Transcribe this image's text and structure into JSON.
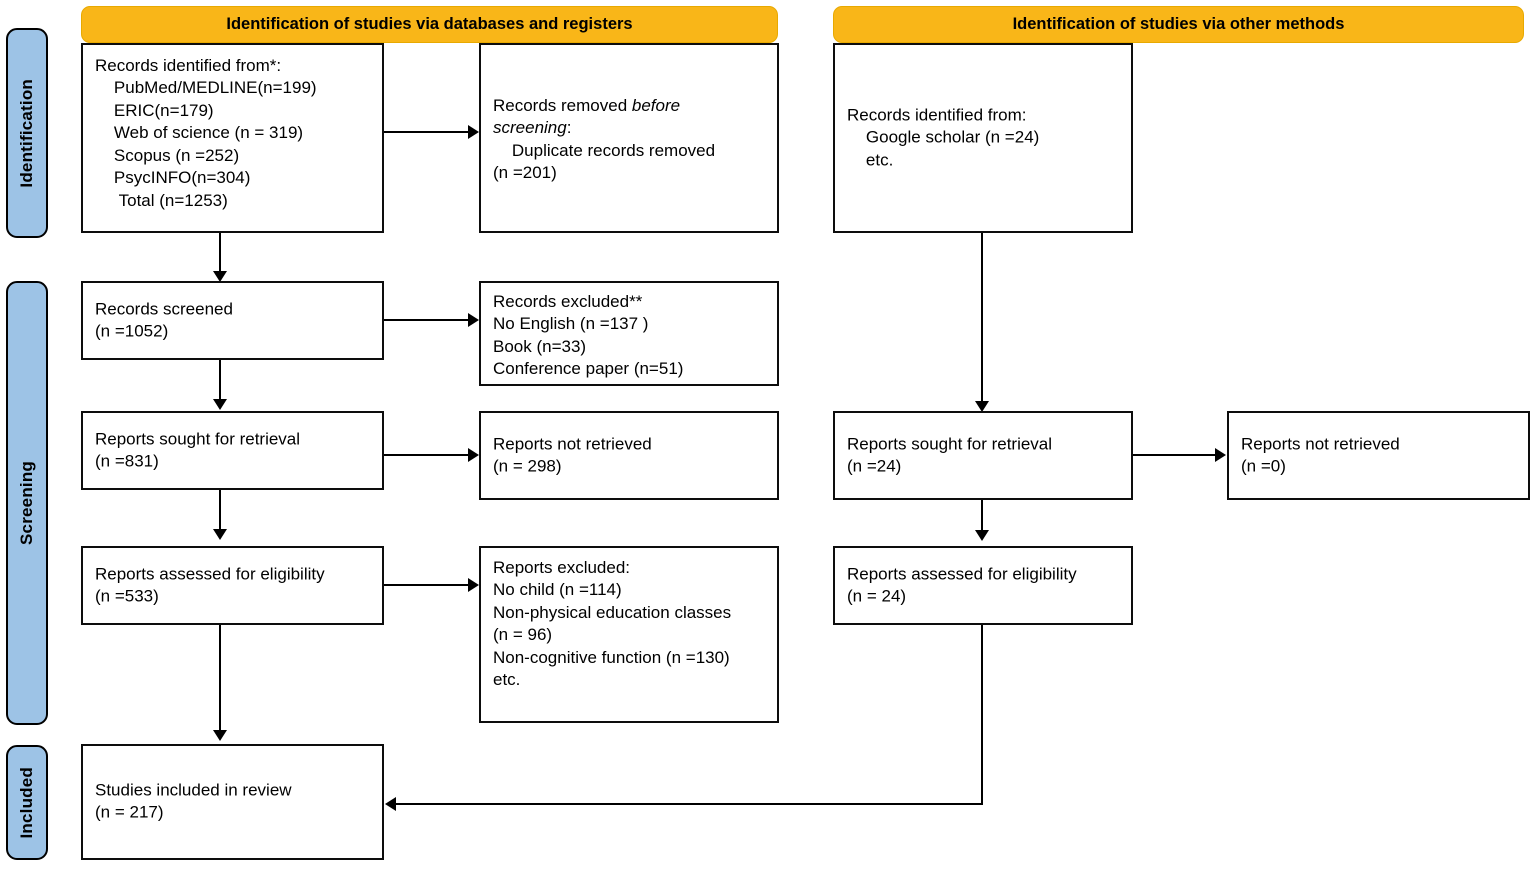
{
  "colors": {
    "banner_orange": "#F9B618",
    "stage_blue": "#9DC3E6",
    "line_black": "#0d0d0d",
    "box_white": "#ffffff"
  },
  "stages": [
    {
      "id": "identification",
      "label": "Identification"
    },
    {
      "id": "screening",
      "label": "Screening"
    },
    {
      "id": "included",
      "label": "Included"
    }
  ],
  "banners": [
    {
      "id": "databases",
      "label": "Identification of studies via databases and registers"
    },
    {
      "id": "other-methods",
      "label": "Identification of studies via other methods"
    }
  ],
  "boxes": {
    "records_identified": "Records identified from*:\n    PubMed/MEDLINE(n=199)\n    ERIC(n=179)\n    Web of science (n = 319)\n    Scopus (n =252)\n    PsycINFO(n=304)\n     Total (n=1253)",
    "records_removed_line1": "Records removed ",
    "records_removed_italic1": "before",
    "records_removed_italic2": "screening",
    "records_removed_rest": ":\n    Duplicate records removed\n(n =201)",
    "records_screened": "Records screened\n(n =1052)",
    "records_excluded": "Records excluded**\nNo English (n =137 )\nBook (n=33)\nConference paper (n=51)",
    "reports_sought_left": "Reports sought for retrieval\n(n =831)",
    "reports_not_retrieved_left": "Reports not retrieved\n(n = 298)",
    "reports_assessed_left": "Reports assessed for eligibility\n(n =533)",
    "reports_excluded": "Reports excluded:\nNo child (n =114)\nNon-physical education classes\n(n = 96)\nNon-cognitive function (n =130)\netc.",
    "studies_included": "Studies included in review\n(n = 217)",
    "records_identified_other": "Records identified from:\n    Google scholar (n =24)\n    etc.",
    "reports_sought_right": "Reports sought for retrieval\n(n =24)",
    "reports_not_retrieved_right": "Reports not retrieved\n(n =0)",
    "reports_assessed_right": "Reports assessed for eligibility\n(n = 24)"
  },
  "chart_data": {
    "type": "diagram",
    "title": "PRISMA 2020 flow diagram",
    "flow": [
      {
        "stage": "Identification",
        "branch": "databases",
        "label": "Records identified from databases",
        "sources": [
          {
            "name": "PubMed/MEDLINE",
            "n": 199
          },
          {
            "name": "ERIC",
            "n": 179
          },
          {
            "name": "Web of science",
            "n": 319
          },
          {
            "name": "Scopus",
            "n": 252
          },
          {
            "name": "PsycINFO",
            "n": 304
          }
        ],
        "total": 1253
      },
      {
        "stage": "Identification",
        "branch": "databases",
        "label": "Duplicate records removed",
        "n": 201
      },
      {
        "stage": "Identification",
        "branch": "other",
        "label": "Google scholar",
        "n": 24
      },
      {
        "stage": "Screening",
        "branch": "databases",
        "label": "Records screened",
        "n": 1052
      },
      {
        "stage": "Screening",
        "branch": "databases",
        "label": "Records excluded",
        "reasons": [
          {
            "name": "No English",
            "n": 137
          },
          {
            "name": "Book",
            "n": 33
          },
          {
            "name": "Conference paper",
            "n": 51
          }
        ]
      },
      {
        "stage": "Screening",
        "branch": "databases",
        "label": "Reports sought for retrieval",
        "n": 831
      },
      {
        "stage": "Screening",
        "branch": "databases",
        "label": "Reports not retrieved",
        "n": 298
      },
      {
        "stage": "Screening",
        "branch": "databases",
        "label": "Reports assessed for eligibility",
        "n": 533
      },
      {
        "stage": "Screening",
        "branch": "databases",
        "label": "Reports excluded",
        "reasons": [
          {
            "name": "No child",
            "n": 114
          },
          {
            "name": "Non-physical education classes",
            "n": 96
          },
          {
            "name": "Non-cognitive function",
            "n": 130
          }
        ]
      },
      {
        "stage": "Screening",
        "branch": "other",
        "label": "Reports sought for retrieval",
        "n": 24
      },
      {
        "stage": "Screening",
        "branch": "other",
        "label": "Reports not retrieved",
        "n": 0
      },
      {
        "stage": "Screening",
        "branch": "other",
        "label": "Reports assessed for eligibility",
        "n": 24
      },
      {
        "stage": "Included",
        "branch": "both",
        "label": "Studies included in review",
        "n": 217
      }
    ]
  }
}
